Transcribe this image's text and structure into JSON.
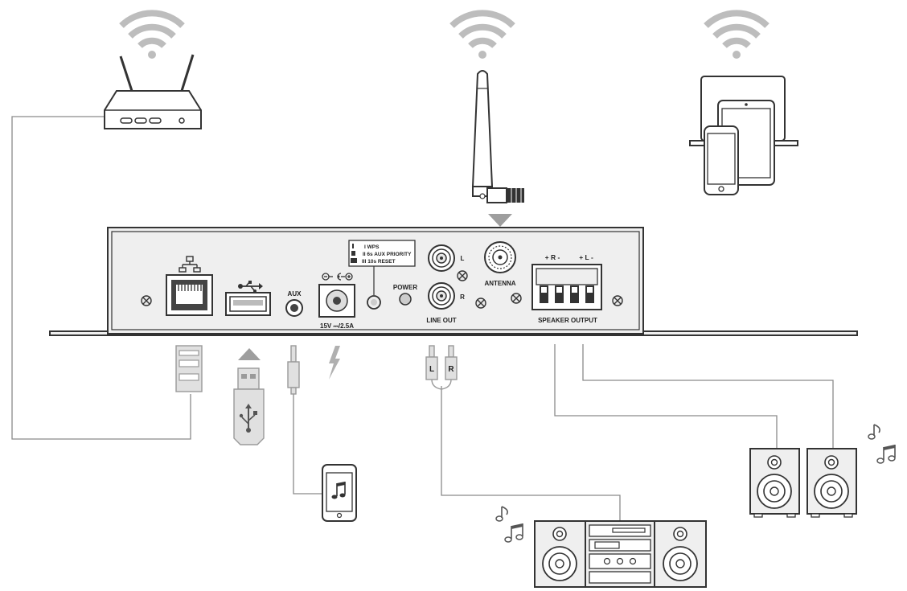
{
  "panel": {
    "aux_label": "AUX",
    "power_label": "POWER",
    "power_rating": "15V ⎓/2.5A",
    "button_legend": [
      "I  WPS",
      "II  6s AUX PRIORITY",
      "III  10s RESET"
    ],
    "line_out_label": "LINE OUT",
    "line_out_left": "L",
    "line_out_right": "R",
    "antenna_label": "ANTENNA",
    "speaker_polarity_right": "+ R -",
    "speaker_polarity_left": "+ L -",
    "speaker_output_label": "SPEAKER OUTPUT"
  },
  "cables": {
    "rca_left": "L",
    "rca_right": "R"
  },
  "icons": [
    "wifi-icon",
    "router-icon",
    "antenna-icon",
    "laptop-tablet-phone-icon",
    "ethernet-icon",
    "usb-icon",
    "dc-polarity-icon",
    "lightning-icon",
    "music-note-icon",
    "stereo-system-icon",
    "speaker-icon"
  ],
  "colors": {
    "wire": "#8a8a8a",
    "device_fill": "#efefef",
    "wifi": "#bdbdbd",
    "outline": "#333333"
  }
}
